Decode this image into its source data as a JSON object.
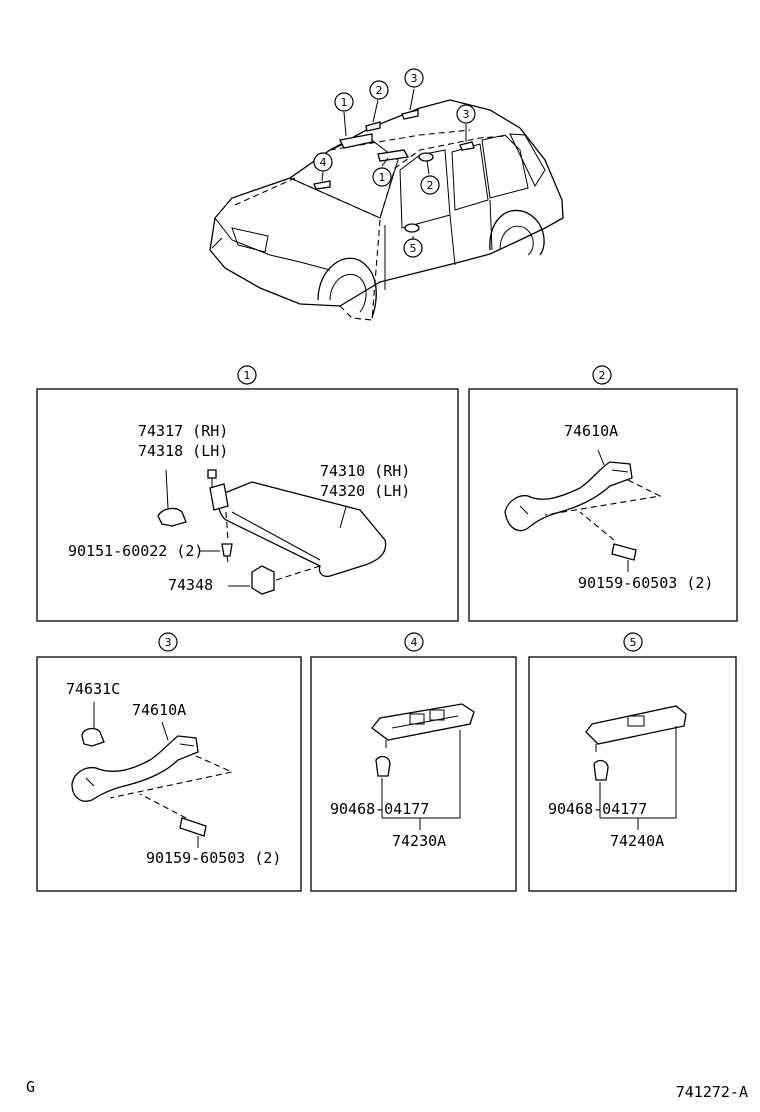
{
  "diagram": {
    "car_callouts": [
      "1",
      "2",
      "3",
      "3",
      "1",
      "2",
      "4",
      "5"
    ],
    "panels": [
      {
        "index": "1",
        "labels": [
          "74317 (RH)",
          "74318 (LH)",
          "74310 (RH)",
          "74320 (LH)",
          "90151-60022 (2)",
          "74348"
        ]
      },
      {
        "index": "2",
        "labels": [
          "74610A",
          "90159-60503 (2)"
        ]
      },
      {
        "index": "3",
        "labels": [
          "74631C",
          "74610A",
          "90159-60503 (2)"
        ]
      },
      {
        "index": "4",
        "labels": [
          "90468-04177",
          "74230A"
        ]
      },
      {
        "index": "5",
        "labels": [
          "90468-04177",
          "74240A"
        ]
      }
    ],
    "footer": {
      "left": "G",
      "right": "741272-A"
    }
  }
}
